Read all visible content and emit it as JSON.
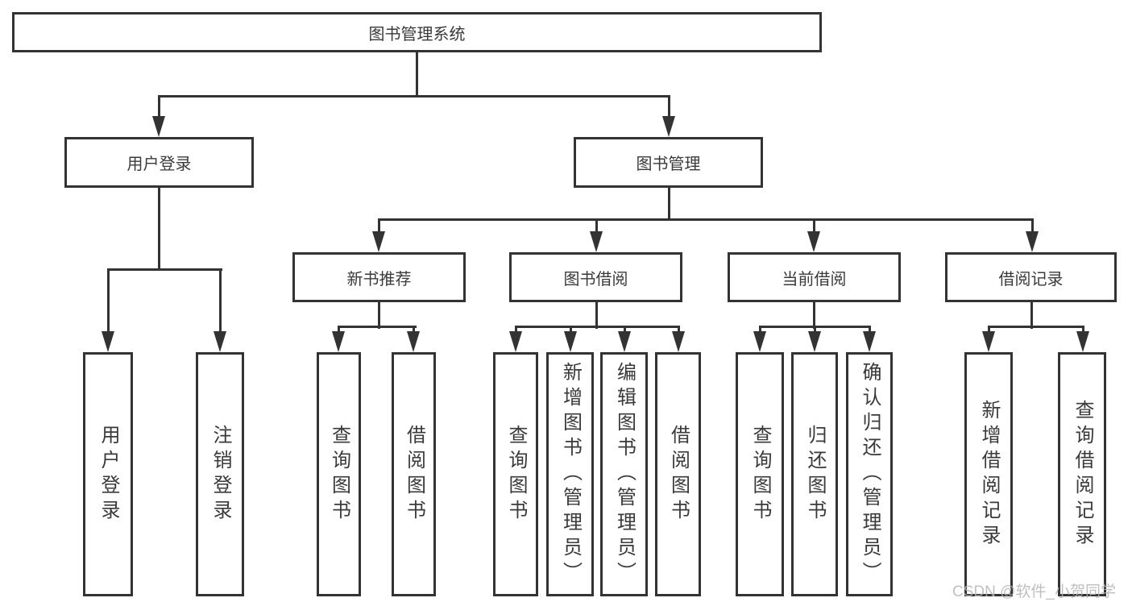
{
  "diagram": {
    "root": {
      "label": "图书管理系统"
    },
    "level2": {
      "user_login": "用户登录",
      "book_management": "图书管理"
    },
    "level3": {
      "new_books": "新书推荐",
      "book_borrow": "图书借阅",
      "current_borrow": "当前借阅",
      "borrow_records": "借阅记录"
    },
    "leaves": {
      "user_login": [
        "用户登录",
        "注销登录"
      ],
      "new_books": [
        "查询图书",
        "借阅图书"
      ],
      "book_borrow": [
        "查询图书",
        "新增图书（管理员）",
        "编辑图书（管理员）",
        "借阅图书"
      ],
      "current_borrow": [
        "查询图书",
        "归还图书",
        "确认归还（管理员）"
      ],
      "borrow_records": [
        "新增借阅记录",
        "查询借阅记录"
      ]
    }
  },
  "watermark": "CSDN @软件_小贺同学",
  "colors": {
    "line": "#333333",
    "text": "#3a3a3a",
    "watermark": "#b9b9b9",
    "background": "#ffffff"
  }
}
